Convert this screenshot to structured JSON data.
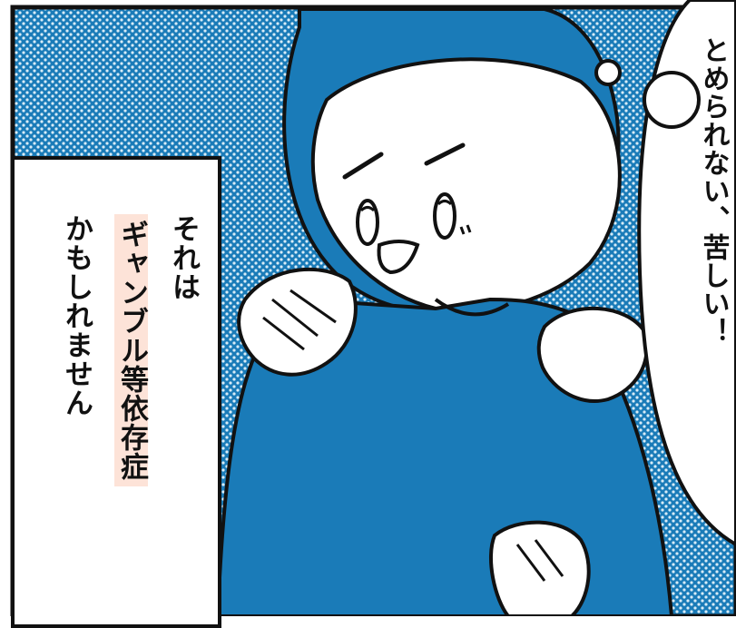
{
  "caption": {
    "line1": "それは",
    "line2": "ギャンブル等依存症",
    "line3": "かもしれません"
  },
  "speech": {
    "text": "とめられない、苦しい！"
  },
  "colors": {
    "background_tone": "#1a7bb8",
    "ink": "#111111",
    "highlight": "#fde3d8"
  }
}
